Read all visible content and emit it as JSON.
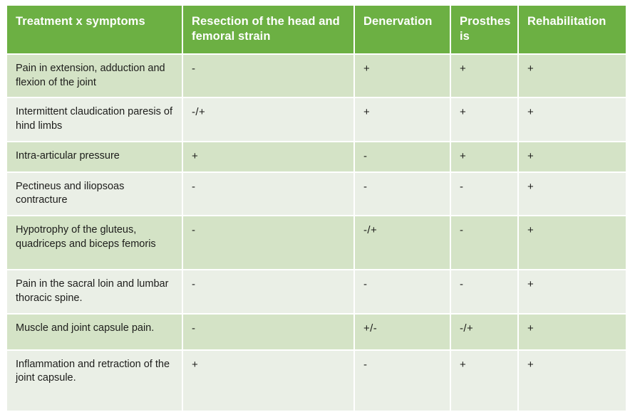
{
  "table": {
    "title": "Treatment x symptoms",
    "columns": [
      {
        "label": "Treatment x symptoms"
      },
      {
        "label": "Resection of the head and femoral strain"
      },
      {
        "label": "Denervation"
      },
      {
        "label": "Prosthes is"
      },
      {
        "label": "Rehabilitation"
      }
    ],
    "rows": [
      {
        "symptom": "Pain in extension, adduction and flexion of the joint",
        "resection": "-",
        "denervation": "+",
        "prosthesis": "+",
        "rehabilitation": "+"
      },
      {
        "symptom": "Intermittent claudication paresis of hind limbs",
        "resection": "-/+",
        "denervation": "+",
        "prosthesis": "+",
        "rehabilitation": "+"
      },
      {
        "symptom": "Intra-articular pressure",
        "resection": "+",
        "denervation": "-",
        "prosthesis": "+",
        "rehabilitation": "+"
      },
      {
        "symptom": "Pectineus and iliopsoas contracture",
        "resection": "-",
        "denervation": "-",
        "prosthesis": "-",
        "rehabilitation": "+"
      },
      {
        "symptom": "Hypotrophy of the gluteus, quadriceps and biceps femoris",
        "resection": "-",
        "denervation": "-/+",
        "prosthesis": "-",
        "rehabilitation": "+"
      },
      {
        "symptom": "Pain in the sacral loin and lumbar thoracic spine.",
        "resection": "-",
        "denervation": "-",
        "prosthesis": "-",
        "rehabilitation": "+"
      },
      {
        "symptom": "Muscle and joint capsule pain.",
        "resection": "-",
        "denervation": "+/-",
        "prosthesis": "-/+",
        "rehabilitation": "+"
      },
      {
        "symptom": "Inflammation and retraction of the joint capsule.",
        "resection": "+",
        "denervation": "-",
        "prosthesis": "+",
        "rehabilitation": "+"
      }
    ],
    "colors": {
      "header_background": "#6cb043",
      "header_text": "#ffffff",
      "row_band_dark": "#d4e3c6",
      "row_band_light": "#eaefe6",
      "body_text": "#1d1d1b",
      "page_background": "#ffffff"
    }
  }
}
